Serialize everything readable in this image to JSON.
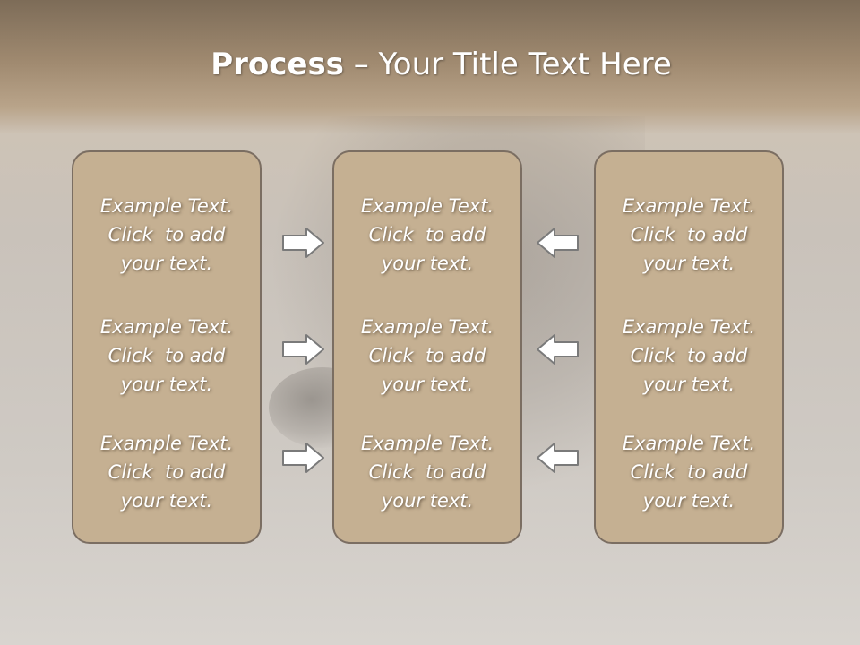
{
  "slide": {
    "title_bold": "Process",
    "title_rest": " – Your Title Text Here"
  },
  "columns": [
    {
      "name": "left",
      "items": [
        {
          "line1": "Example Text.",
          "line2": "Click  to add",
          "line3": "your text."
        },
        {
          "line1": "Example Text.",
          "line2": "Click  to add",
          "line3": "your text."
        },
        {
          "line1": "Example Text.",
          "line2": "Click  to add",
          "line3": "your text."
        }
      ]
    },
    {
      "name": "center",
      "items": [
        {
          "line1": "Example Text.",
          "line2": "Click  to add",
          "line3": "your text."
        },
        {
          "line1": "Example Text.",
          "line2": "Click  to add",
          "line3": "your text."
        },
        {
          "line1": "Example Text.",
          "line2": "Click  to add",
          "line3": "your text."
        }
      ]
    },
    {
      "name": "right",
      "items": [
        {
          "line1": "Example Text.",
          "line2": "Click  to add",
          "line3": "your text."
        },
        {
          "line1": "Example Text.",
          "line2": "Click  to add",
          "line3": "your text."
        },
        {
          "line1": "Example Text.",
          "line2": "Click  to add",
          "line3": "your text."
        }
      ]
    }
  ],
  "arrows": {
    "left_to_center": "arrow-right-icon",
    "right_to_center": "arrow-left-icon"
  },
  "colors": {
    "panel_fill": "#c5b092",
    "panel_border": "#7b6e62",
    "arrow_fill": "#ffffff",
    "arrow_stroke": "#7a7a7a"
  }
}
